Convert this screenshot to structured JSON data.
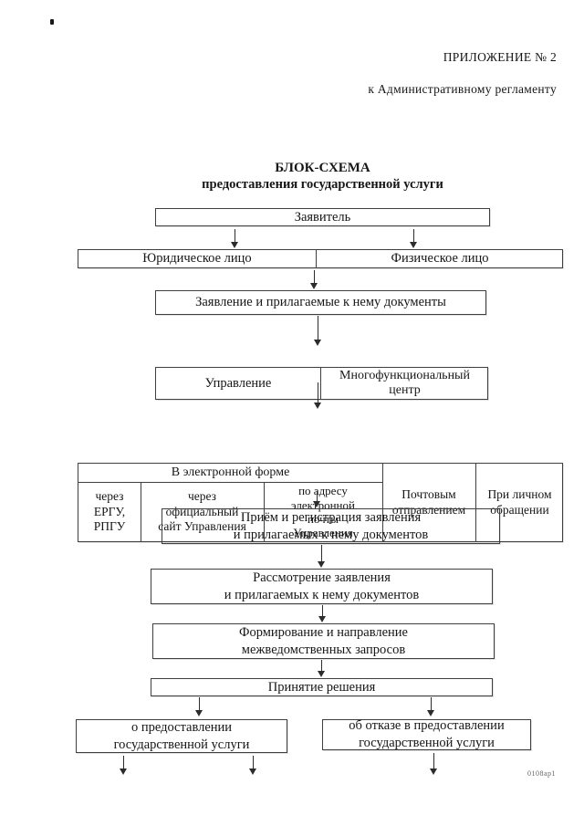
{
  "page": {
    "appendix": "ПРИЛОЖЕНИЕ № 2",
    "regulation": "к Административному регламенту",
    "title": "БЛОК-СХЕМА",
    "subtitle": "предоставления государственной услуги",
    "doc_code": "0108ар1"
  },
  "flow": {
    "applicant": "Заявитель",
    "legal_entity": "Юридическое лицо",
    "individual": "Физическое лицо",
    "application_docs": "Заявление и прилагаемые к нему документы",
    "department": "Управление",
    "mfc": "Многофункциональный\nцентр",
    "submission": {
      "electronic_header": "В электронной форме",
      "via_portals": "через\nЕРГУ,\nРПГУ",
      "via_site": "через\nофициальный\nсайт Управления",
      "via_email": "по адресу\nэлектронной\nпочты\nУправления",
      "by_mail": "Почтовым\nотправлением",
      "in_person": "При личном\nобращении"
    },
    "reception": "Приём и регистрация заявления\nи прилагаемых к нему документов",
    "review": "Рассмотрение заявления\nи прилагаемых к нему документов",
    "interagency": "Формирование и направление\nмежведомственных запросов",
    "decision": "Принятие решения",
    "grant": "о предоставлении\nгосударственной услуги",
    "refusal": "об отказе в предоставлении\nгосударственной услуги"
  }
}
